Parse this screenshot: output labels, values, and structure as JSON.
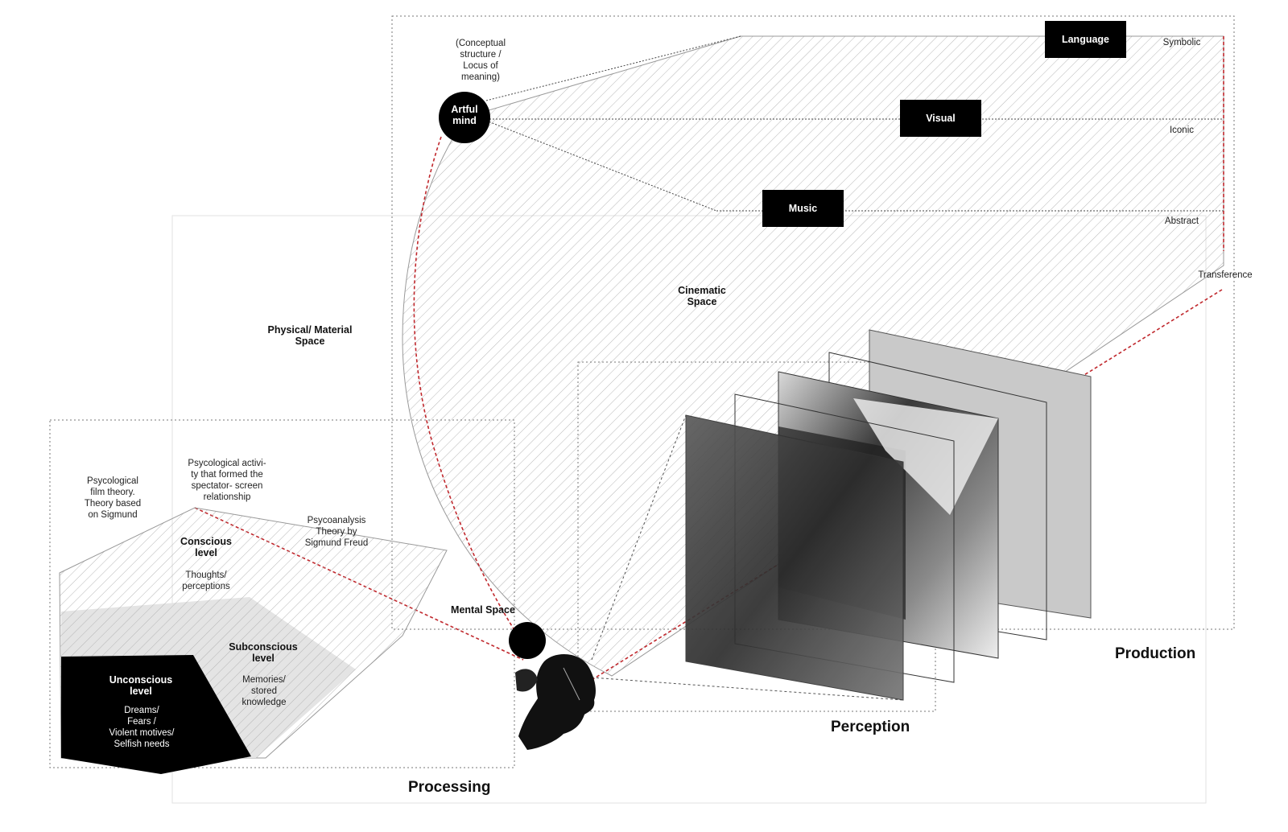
{
  "modes": {
    "language": "Language",
    "visual": "Visual",
    "music": "Music"
  },
  "levels": {
    "symbolic": "Symbolic",
    "iconic": "Iconic",
    "abstract": "Abstract",
    "transference": "Transference"
  },
  "artful_mind": {
    "label": "Artful\nmind",
    "note": "(Conceptual\nstructure /\nLocus of\nmeaning)"
  },
  "spaces": {
    "cinematic": "Cinematic\nSpace",
    "physical": "Physical/ Material\nSpace",
    "mental": "Mental Space"
  },
  "psychology": {
    "film_theory": "Psycological\nfilm theory.\nTheory based\non Sigmund",
    "activity": "Psycological activi-\nty that formed the\nspectator- screen\nrelationship",
    "psychoanalysis": "Psycoanalysis\nTheory by\nSigmund Freud"
  },
  "mind_levels": {
    "conscious_title": "Conscious\nlevel",
    "conscious_desc": "Thoughts/\nperceptions",
    "subconscious_title": "Subconscious\nlevel",
    "subconscious_desc": "Memories/\nstored\nknowledge",
    "unconscious_title": "Unconscious\nlevel",
    "unconscious_desc": "Dreams/\nFears /\nViolent motives/\nSelfish needs"
  },
  "stages": {
    "production": "Production",
    "perception": "Perception",
    "processing": "Processing"
  },
  "colors": {
    "transference_line": "#c0282d",
    "block": "#000000",
    "hatch": "#bdbdbd"
  },
  "icons": [
    "head-silhouette-icon",
    "film-frame-icon"
  ]
}
